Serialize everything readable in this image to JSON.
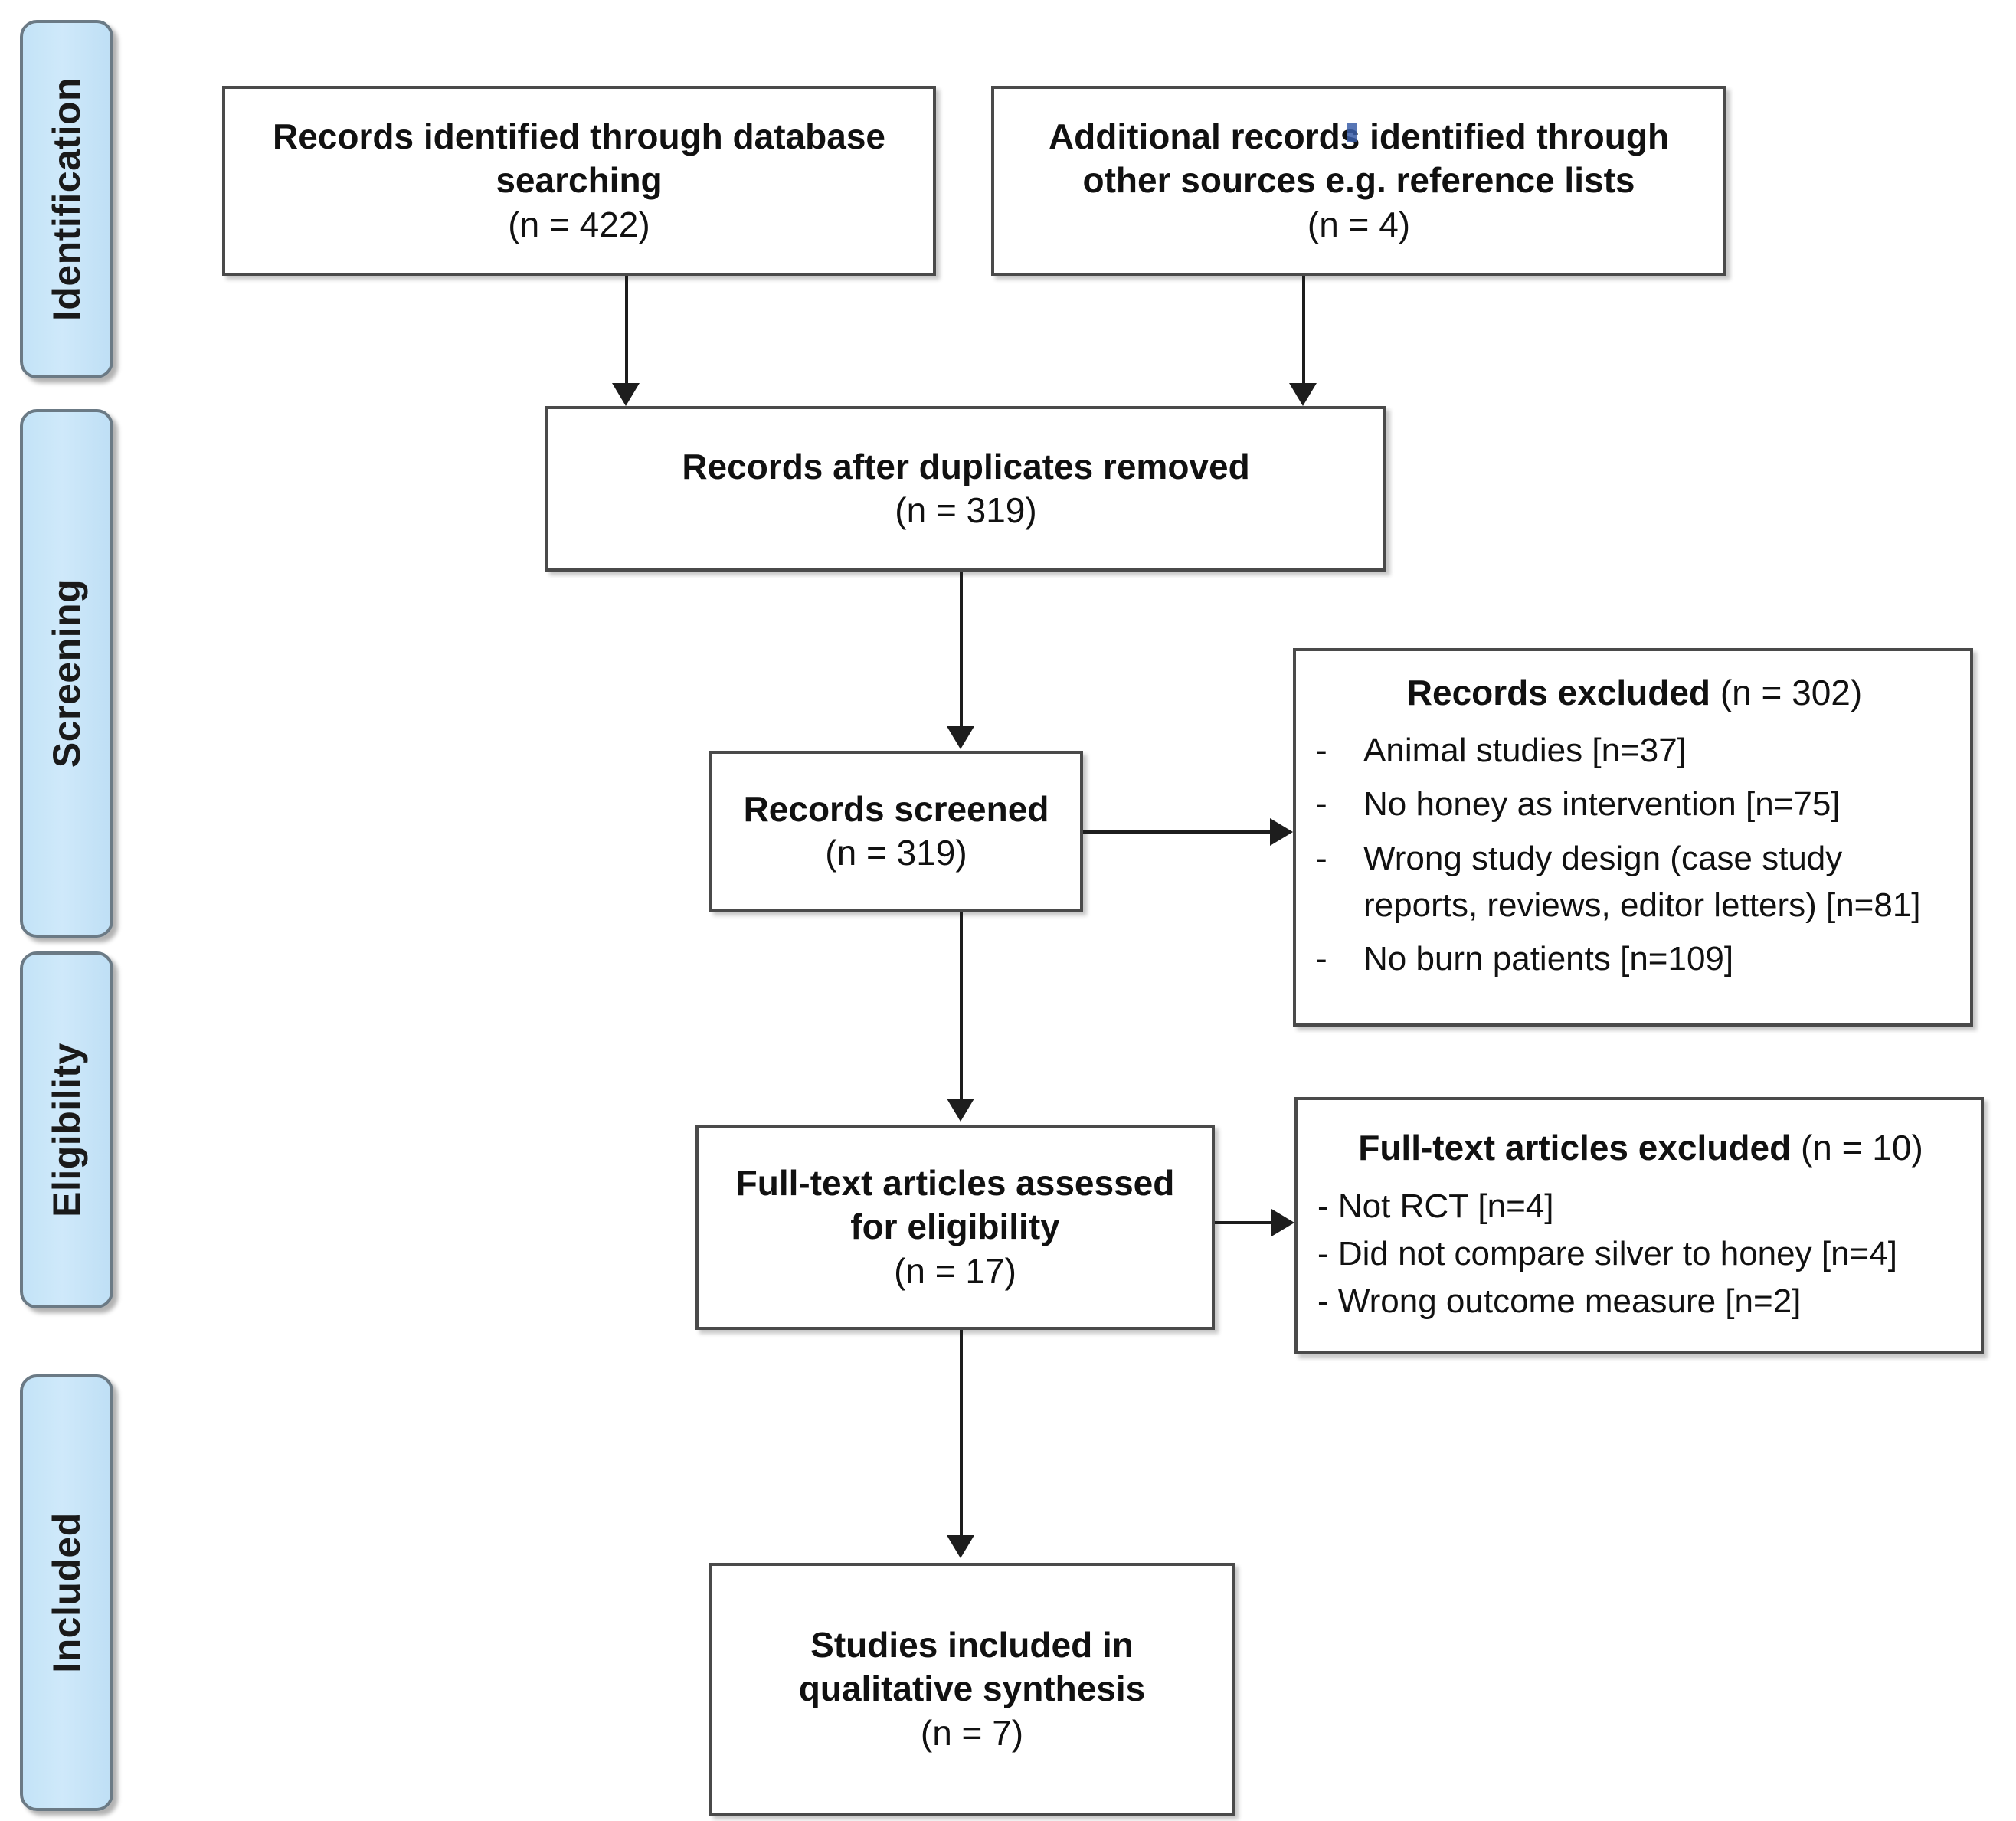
{
  "diagram": {
    "title": "PRISMA study selection flow diagram",
    "stages": [
      {
        "id": "identification",
        "label": "Identification"
      },
      {
        "id": "screening",
        "label": "Screening"
      },
      {
        "id": "eligibility",
        "label": "Eligibility"
      },
      {
        "id": "included",
        "label": "Included"
      }
    ],
    "boxes": {
      "database_records": {
        "lines": [
          "Records identified  through database",
          "searching"
        ],
        "count_line": "(n = 422)"
      },
      "other_records": {
        "lines": [
          "Additional records identified  through",
          "other sources e.g. reference lists"
        ],
        "count_line": "(n = 4)"
      },
      "duplicates_removed": {
        "lines": [
          "Records after duplicates removed"
        ],
        "count_line": "(n = 319)"
      },
      "records_screened": {
        "lines": [
          "Records screened"
        ],
        "count_line": "(n = 319)"
      },
      "records_excluded": {
        "title_bold": "Records excluded ",
        "title_count": "(n = 302)",
        "items": [
          {
            "dash": "-",
            "text": "Animal studies [n=37]"
          },
          {
            "dash": "-",
            "text": "No honey as intervention [n=75]"
          },
          {
            "dash": "-",
            "text": "Wrong study design (case study reports, reviews, editor letters) [n=81]"
          },
          {
            "dash": "-",
            "text": "No burn patients [n=109]"
          }
        ]
      },
      "fulltext_assessed": {
        "lines": [
          "Full-text articles assessed",
          "for eligibility"
        ],
        "count_line": "(n = 17)"
      },
      "fulltext_excluded": {
        "title_bold": "Full-text articles excluded ",
        "title_count": "(n = 10)",
        "items": [
          "- Not RCT [n=4]",
          "- Did not compare silver to honey [n=4]",
          "- Wrong outcome measure [n=2]"
        ]
      },
      "studies_included": {
        "lines": [
          "Studies included in",
          "qualitative synthesis"
        ],
        "count_line": "(n = 7)"
      }
    },
    "colors": {
      "stage_fill": "#c9e6f8",
      "stage_border": "#6b7a85",
      "box_border": "#4a4a4a",
      "connector": "#1d1d1d",
      "text": "#111111",
      "spell_mark": "#3b5ea8"
    }
  }
}
